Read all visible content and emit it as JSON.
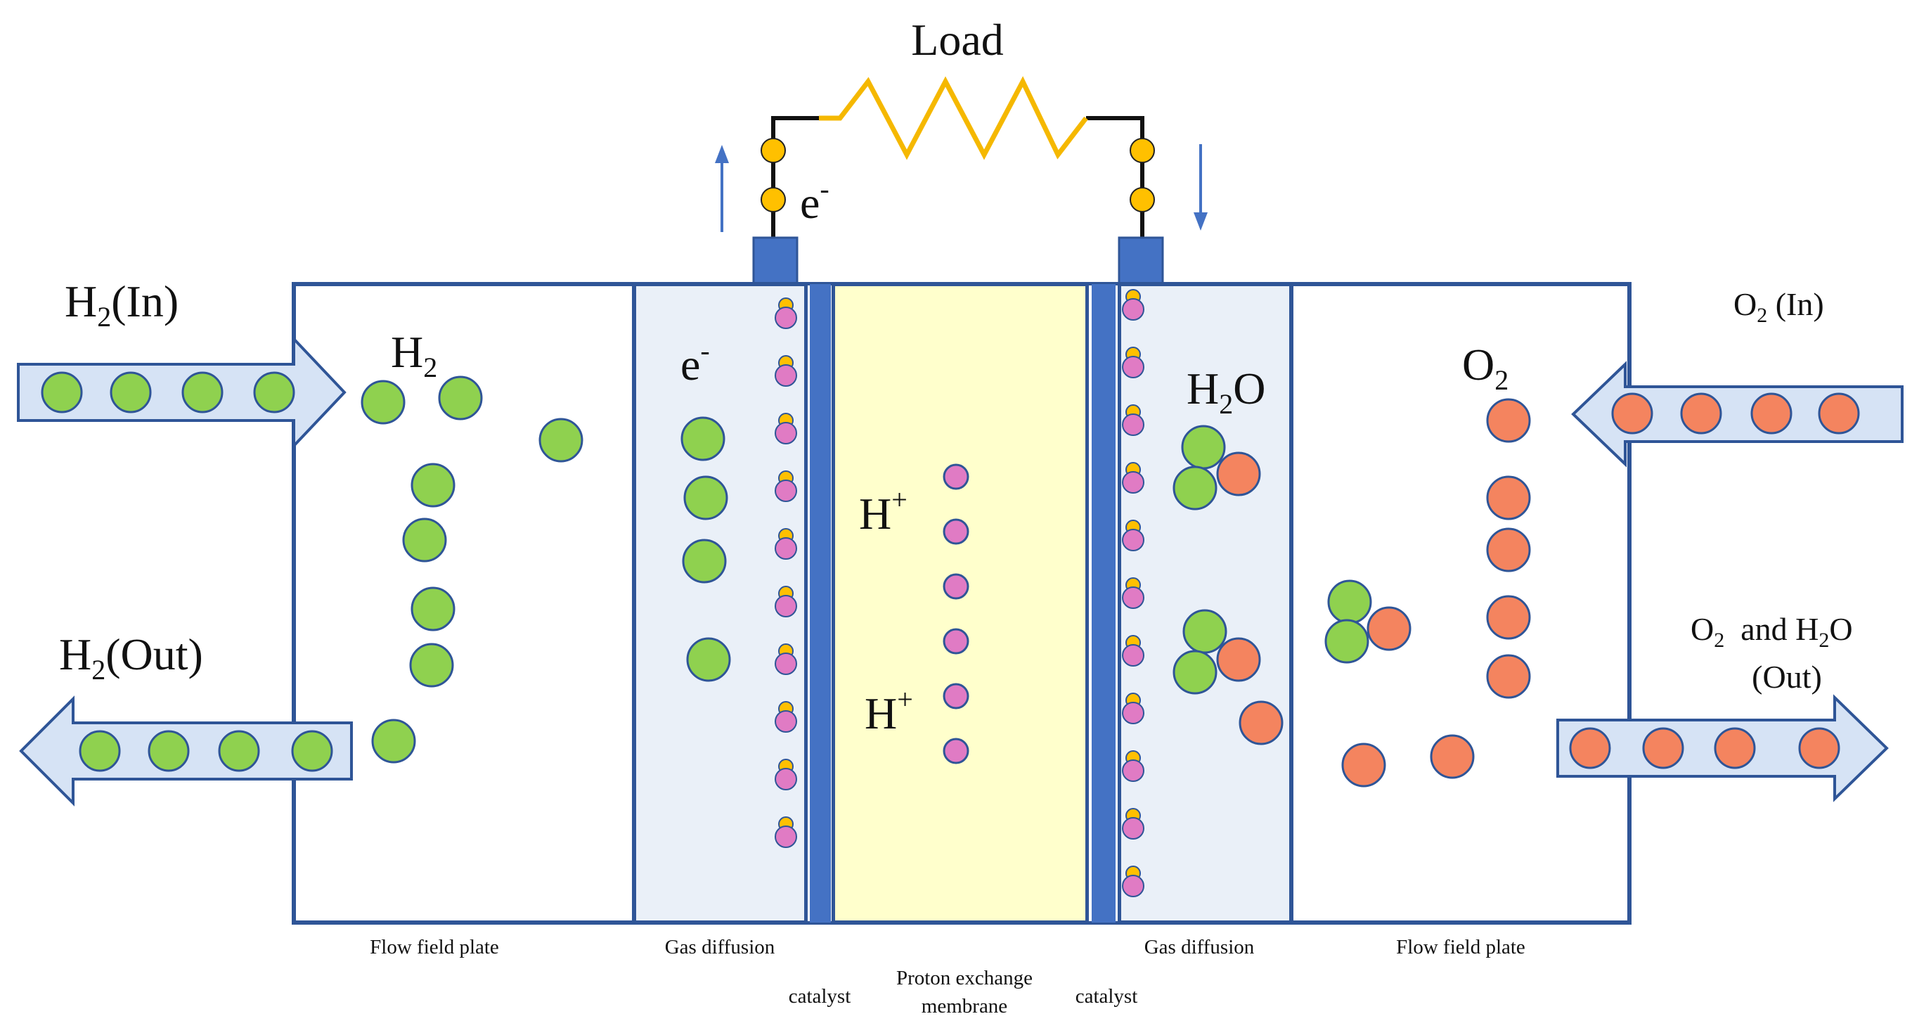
{
  "labels": {
    "load": "Load",
    "electron_top": {
      "base": "e",
      "sup": "-"
    },
    "electron_gdl": {
      "base": "e",
      "sup": "-"
    },
    "h2_in": {
      "base": "H",
      "sub": "2",
      "rest": "(In)"
    },
    "h2_out": {
      "base": "H",
      "sub": "2",
      "rest": "(Out)"
    },
    "h2_inside": {
      "base": "H",
      "sub": "2"
    },
    "h_plus_1": {
      "base": "H",
      "sup": "+"
    },
    "h_plus_2": {
      "base": "H",
      "sup": "+"
    },
    "h2o_inside": {
      "base": "H",
      "sub": "2",
      "rest": "O"
    },
    "o2_inside": {
      "base": "O",
      "sub": "2"
    },
    "o2_in": {
      "base": "O",
      "sub": "2",
      "rest": " (In)"
    },
    "o2_h2o_out_line1": {
      "base": "O",
      "sub": "2",
      "mid": "  and H",
      "sub2": "2",
      "rest": "O"
    },
    "o2_h2o_out_line2": "(Out)",
    "flow_field_left": "Flow field plate",
    "gas_diffusion_left": "Gas diffusion",
    "catalyst_left": "catalyst",
    "membrane_line1": "Proton exchange",
    "membrane_line2": "membrane",
    "catalyst_right": "catalyst",
    "gas_diffusion_right": "Gas diffusion",
    "flow_field_right": "Flow field plate"
  },
  "colors": {
    "frame": "#2f5597",
    "gdl_fill": "#eaf0f8",
    "membrane_fill": "#ffffcc",
    "catalyst_strip": "#4472c4",
    "terminal": "#4472c4",
    "wire": "#111111",
    "resistor": "#f5b800",
    "connector": "#ffc000",
    "h2_molecule": "#8fd14f",
    "o2_molecule": "#f4845f",
    "proton": "#e07bc4",
    "catalyst_particle": "#ffc000",
    "flow_arrow_fill": "#d6e3f5",
    "current_arrow": "#4472c4"
  }
}
